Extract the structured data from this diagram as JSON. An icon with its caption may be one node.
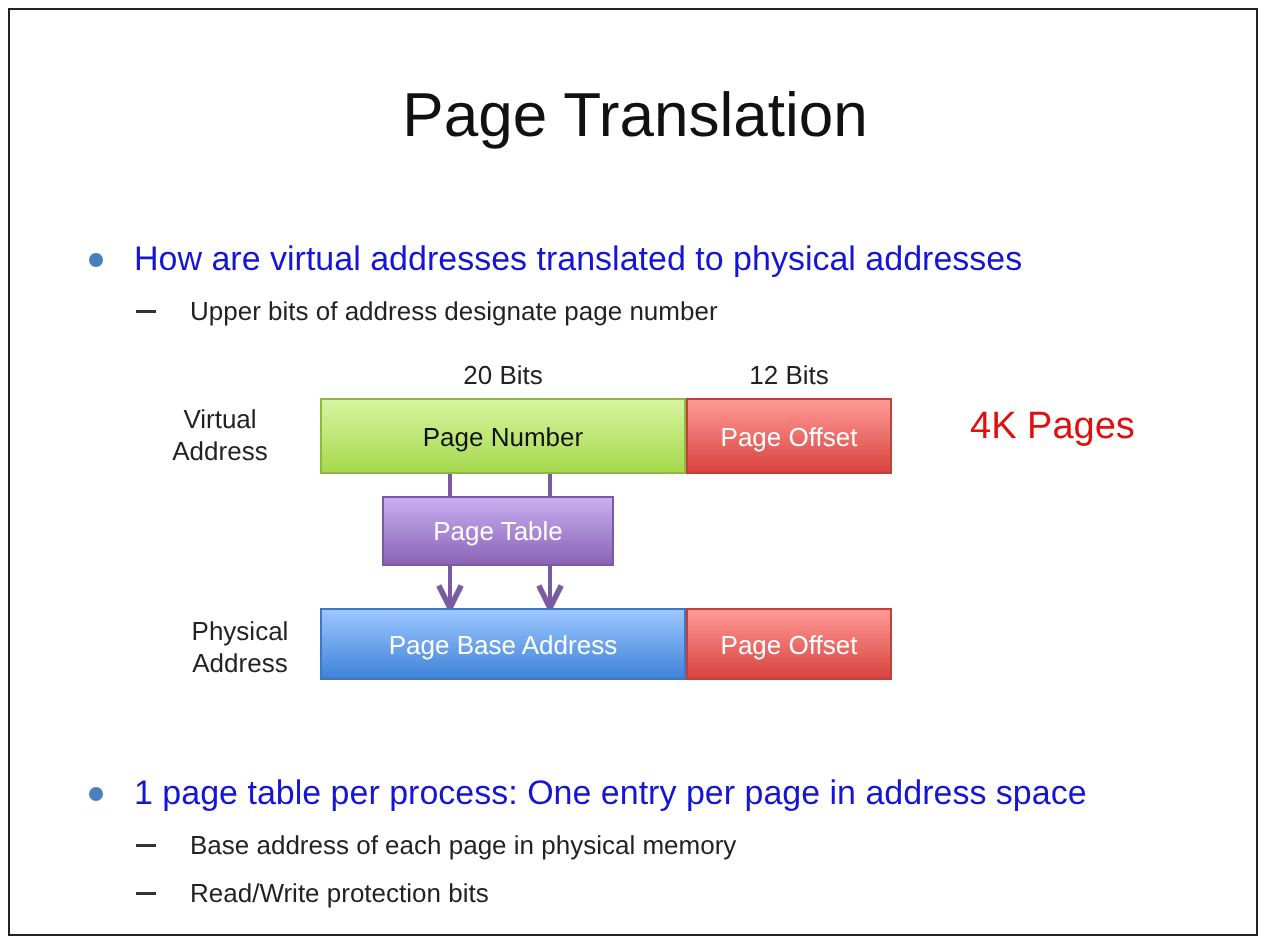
{
  "diagram": {
    "title": "Page Translation",
    "nodes": [
      {
        "text": [
          "Page Number"
        ],
        "beside": [
          "20 Bits"
        ]
      },
      {
        "text": [
          "Page Offset"
        ],
        "beside": [
          "12 Bits"
        ]
      },
      {
        "text": [
          "Page Table"
        ]
      },
      {
        "text": [
          "Page Base Address"
        ]
      },
      {
        "text": [
          "Page Offset"
        ]
      }
    ],
    "edges": [
      {
        "from": 0,
        "to": 2,
        "arrow": "none"
      },
      {
        "from": 0,
        "to": 2,
        "arrow": "none"
      },
      {
        "from": 2,
        "to": 3,
        "arrow": "to"
      },
      {
        "from": 2,
        "to": 3,
        "arrow": "to"
      }
    ],
    "labels": [
      "How are virtual addresses translated to physical addresses",
      "Upper bits of address designate page number",
      "Virtual Address",
      "4K Pages",
      "Physical Address",
      "1 page table per process: One entry per page in address space",
      "Base address of each page in physical memory",
      "Read/Write protection bits"
    ]
  }
}
